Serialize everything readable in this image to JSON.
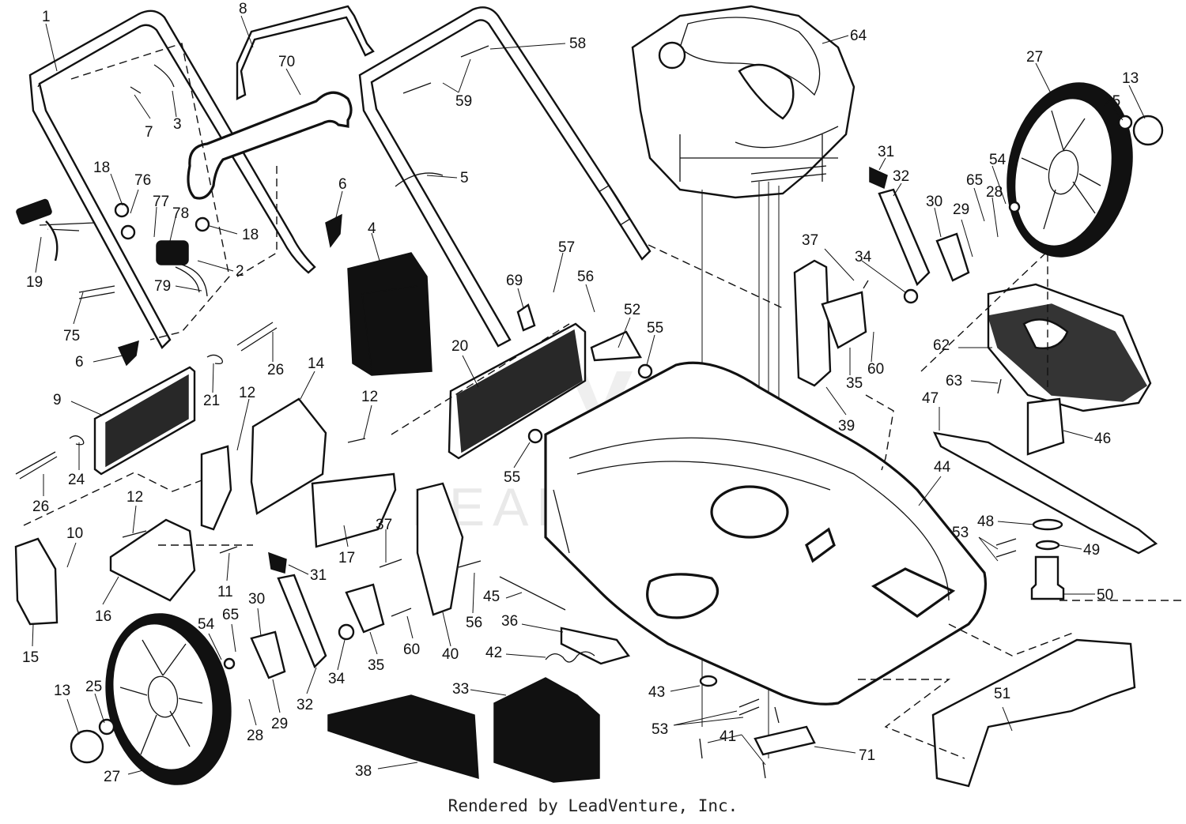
{
  "footer": {
    "text": "Rendered by LeadVenture, Inc."
  },
  "watermark": {
    "text": "LEADVENTURE"
  },
  "labels": [
    {
      "id": "1",
      "text": "1"
    },
    {
      "id": "8",
      "text": "8"
    },
    {
      "id": "70",
      "text": "70"
    },
    {
      "id": "58",
      "text": "58"
    },
    {
      "id": "64",
      "text": "64"
    },
    {
      "id": "27a",
      "text": "27"
    },
    {
      "id": "13a",
      "text": "13"
    },
    {
      "id": "25a",
      "text": "25"
    },
    {
      "id": "7",
      "text": "7"
    },
    {
      "id": "3",
      "text": "3"
    },
    {
      "id": "59",
      "text": "59"
    },
    {
      "id": "18a",
      "text": "18"
    },
    {
      "id": "76",
      "text": "76"
    },
    {
      "id": "77",
      "text": "77"
    },
    {
      "id": "78",
      "text": "78"
    },
    {
      "id": "5",
      "text": "5"
    },
    {
      "id": "6a",
      "text": "6"
    },
    {
      "id": "31a",
      "text": "31"
    },
    {
      "id": "32a",
      "text": "32"
    },
    {
      "id": "54a",
      "text": "54"
    },
    {
      "id": "65a",
      "text": "65"
    },
    {
      "id": "28a",
      "text": "28"
    },
    {
      "id": "30a",
      "text": "30"
    },
    {
      "id": "29a",
      "text": "29"
    },
    {
      "id": "18b",
      "text": "18"
    },
    {
      "id": "19",
      "text": "19"
    },
    {
      "id": "2",
      "text": "2"
    },
    {
      "id": "79",
      "text": "79"
    },
    {
      "id": "4",
      "text": "4"
    },
    {
      "id": "57",
      "text": "57"
    },
    {
      "id": "37a",
      "text": "37"
    },
    {
      "id": "34a",
      "text": "34"
    },
    {
      "id": "75",
      "text": "75"
    },
    {
      "id": "69",
      "text": "69"
    },
    {
      "id": "56a",
      "text": "56"
    },
    {
      "id": "52",
      "text": "52"
    },
    {
      "id": "55a",
      "text": "55"
    },
    {
      "id": "62",
      "text": "62"
    },
    {
      "id": "6b",
      "text": "6"
    },
    {
      "id": "26a",
      "text": "26"
    },
    {
      "id": "14",
      "text": "14"
    },
    {
      "id": "20",
      "text": "20"
    },
    {
      "id": "60a",
      "text": "60"
    },
    {
      "id": "35a",
      "text": "35"
    },
    {
      "id": "63",
      "text": "63"
    },
    {
      "id": "9",
      "text": "9"
    },
    {
      "id": "21",
      "text": "21"
    },
    {
      "id": "12a",
      "text": "12"
    },
    {
      "id": "12b",
      "text": "12"
    },
    {
      "id": "39",
      "text": "39"
    },
    {
      "id": "47",
      "text": "47"
    },
    {
      "id": "46",
      "text": "46"
    },
    {
      "id": "24",
      "text": "24"
    },
    {
      "id": "55b",
      "text": "55"
    },
    {
      "id": "44",
      "text": "44"
    },
    {
      "id": "26b",
      "text": "26"
    },
    {
      "id": "12c",
      "text": "12"
    },
    {
      "id": "37b",
      "text": "37"
    },
    {
      "id": "48",
      "text": "48"
    },
    {
      "id": "10",
      "text": "10"
    },
    {
      "id": "53a",
      "text": "53"
    },
    {
      "id": "17",
      "text": "17"
    },
    {
      "id": "49",
      "text": "49"
    },
    {
      "id": "31b",
      "text": "31"
    },
    {
      "id": "11",
      "text": "11"
    },
    {
      "id": "16",
      "text": "16"
    },
    {
      "id": "45",
      "text": "45"
    },
    {
      "id": "50",
      "text": "50"
    },
    {
      "id": "30b",
      "text": "30"
    },
    {
      "id": "54b",
      "text": "54"
    },
    {
      "id": "65b",
      "text": "65"
    },
    {
      "id": "36",
      "text": "36"
    },
    {
      "id": "56b",
      "text": "56"
    },
    {
      "id": "15",
      "text": "15"
    },
    {
      "id": "60b",
      "text": "60"
    },
    {
      "id": "40",
      "text": "40"
    },
    {
      "id": "35b",
      "text": "35"
    },
    {
      "id": "42",
      "text": "42"
    },
    {
      "id": "34b",
      "text": "34"
    },
    {
      "id": "13b",
      "text": "13"
    },
    {
      "id": "25b",
      "text": "25"
    },
    {
      "id": "33",
      "text": "33"
    },
    {
      "id": "32b",
      "text": "32"
    },
    {
      "id": "43",
      "text": "43"
    },
    {
      "id": "51",
      "text": "51"
    },
    {
      "id": "28b",
      "text": "28"
    },
    {
      "id": "29b",
      "text": "29"
    },
    {
      "id": "53b",
      "text": "53"
    },
    {
      "id": "41",
      "text": "41"
    },
    {
      "id": "38",
      "text": "38"
    },
    {
      "id": "27b",
      "text": "27"
    },
    {
      "id": "71",
      "text": "71"
    }
  ]
}
